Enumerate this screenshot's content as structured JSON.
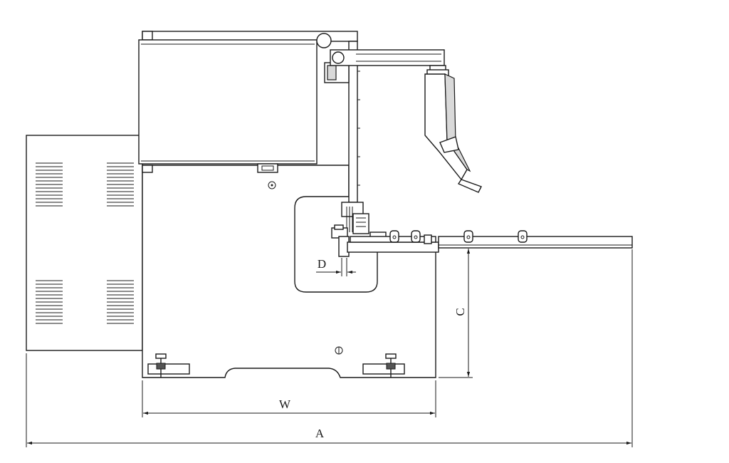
{
  "diagram": {
    "dimension_labels": {
      "overall_length": "A",
      "base_width": "W",
      "table_height": "C",
      "throat_depth": "D"
    }
  }
}
